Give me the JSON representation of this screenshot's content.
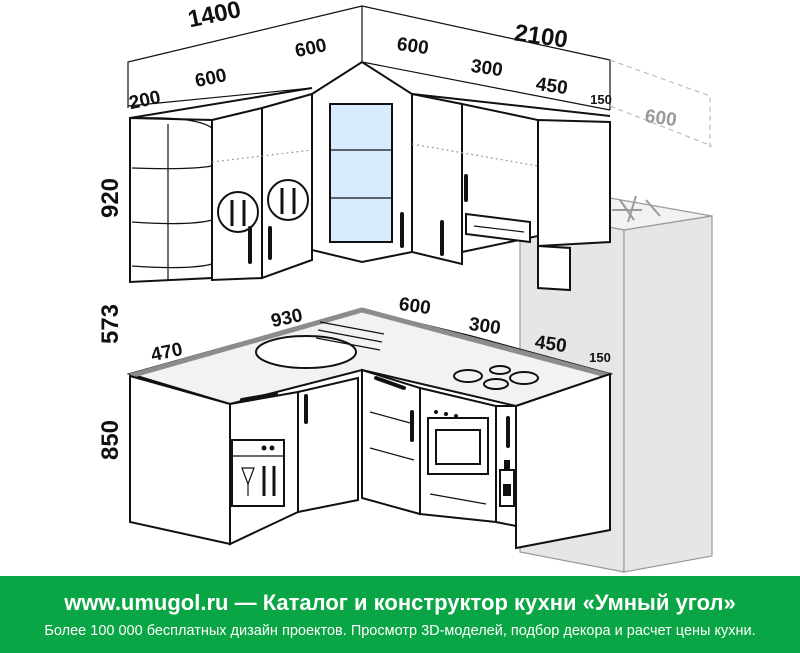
{
  "dimensions": {
    "top_left_width": "1400",
    "top_right_width": "2100",
    "left_upper_shelf": "200",
    "left_upper_cabinet": "600",
    "left_upper_corner": "600",
    "right_upper_corner": "600",
    "right_upper_cabinet_1": "300",
    "right_upper_cabinet_2": "450",
    "right_upper_end": "150",
    "fridge_depth": "600",
    "upper_height": "920",
    "splash_height": "573",
    "lower_height": "850",
    "counter_left_depth": "470",
    "counter_left_run": "930",
    "counter_right_run": "600",
    "counter_right_cabinet": "300",
    "counter_right_end": "450",
    "counter_right_extra": "150"
  },
  "banner": {
    "title": "www.umugol.ru — Каталог и конструктор кухни «Умный угол»",
    "subtitle": "Более 100 000 бесплатных дизайн проектов. Просмотр 3D-моделей, подбор декора и расчет цены кухни."
  },
  "colors": {
    "banner_background": "#0aa544",
    "banner_text": "#ffffff"
  }
}
